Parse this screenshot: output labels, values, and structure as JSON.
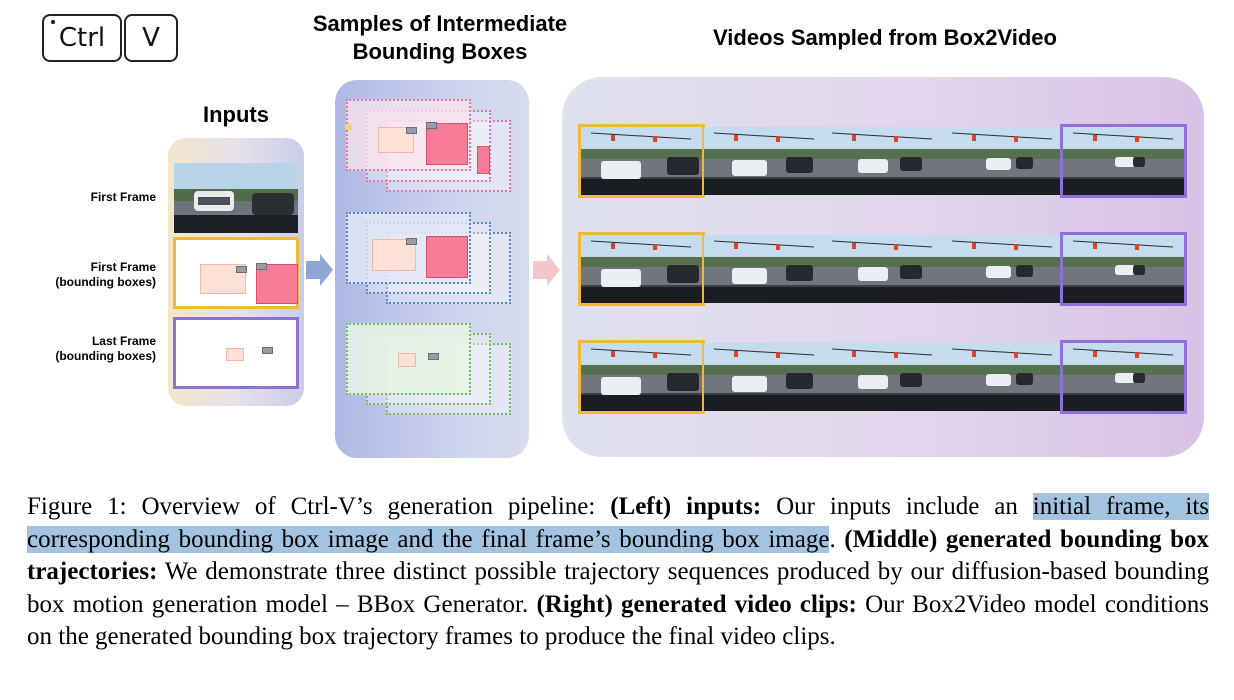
{
  "logo": {
    "key1": "Ctrl",
    "key2": "V"
  },
  "headings": {
    "inputs": "Inputs",
    "middle_line1": "Samples of Intermediate",
    "middle_line2": "Bounding Boxes",
    "right": "Videos Sampled from Box2Video"
  },
  "input_labels": {
    "first_frame": "First Frame",
    "first_frame_bb_line1": "First Frame",
    "first_frame_bb_line2": "(bounding boxes)",
    "last_frame_bb_line1": "Last Frame",
    "last_frame_bb_line2": "(bounding boxes)"
  },
  "colors": {
    "first_frame_border": "#f2b83a",
    "last_frame_border": "#8f6fd8",
    "traj1_border": "#ef6fa6",
    "traj2_border": "#5a87c8",
    "traj3_border": "#6fbf5e",
    "box_pink": "#f67c97",
    "box_peach": "#fde1d6",
    "highlight": "#a3c4e0"
  },
  "caption": {
    "prefix": "Figure 1: Overview of Ctrl-V’s generation pipeline: ",
    "left_label": "(Left) inputs:",
    "left_text_a": " Our inputs include an ",
    "left_text_highlight": "initial frame, its corresponding bounding box image and the final frame’s bounding box image",
    "left_text_b": ". ",
    "middle_label": "(Middle) generated bounding box trajectories:",
    "middle_text": " We demonstrate three distinct possible trajectory sequences produced by our diffusion-based bounding box motion generation model – BBox Generator. ",
    "right_label": "(Right) generated video clips:",
    "right_text": " Our Box2Video model conditions on the generated bounding box trajectory frames to produce the final video clips."
  }
}
